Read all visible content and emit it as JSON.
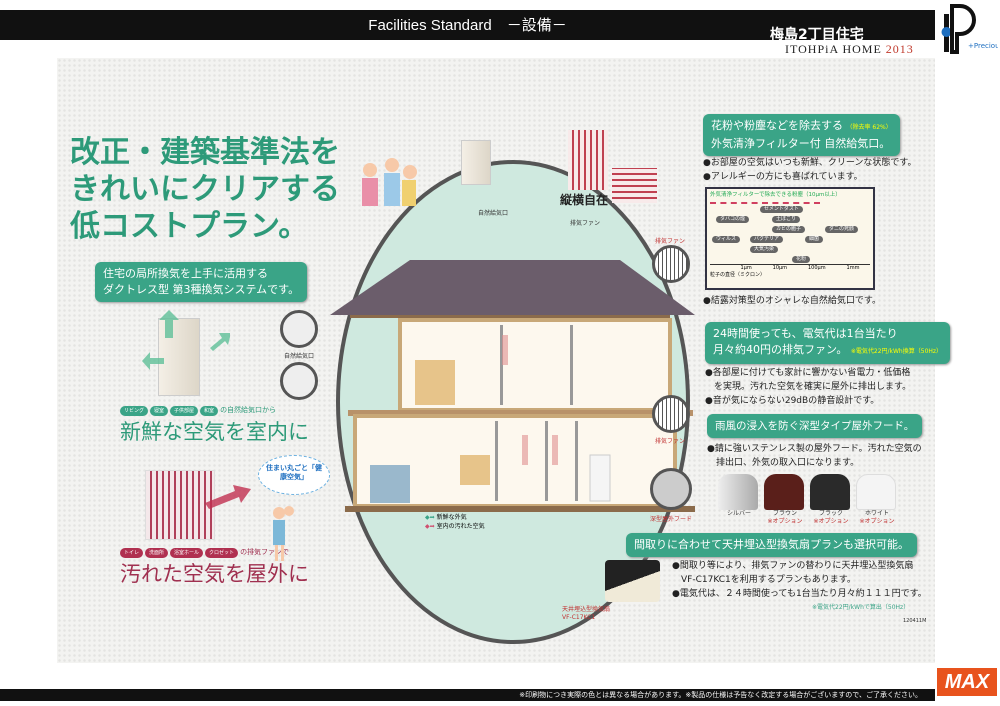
{
  "header": {
    "title": "Facilities Standard　－設備－",
    "project": "梅島2丁目住宅",
    "brand": "ITOHPiA HOME",
    "year": "2013",
    "logo_text": "iP +Precious"
  },
  "left": {
    "headline": [
      "改正・建築基準法を",
      "きれいにクリアする",
      "低コストプラン。"
    ],
    "system_box": [
      "住宅の局所換気を上手に活用する",
      "ダクトレス型 第3種換気システムです。"
    ],
    "intake_tags": [
      "リビング",
      "寝室",
      "子供部屋",
      "和室"
    ],
    "intake_suffix": "の自然給気口から",
    "intake_big": "新鮮な空気を室内に",
    "exhaust_tags": [
      "トイレ",
      "洗面所",
      "浴室ホール",
      "クロゼット"
    ],
    "exhaust_suffix": "の排気ファンで",
    "exhaust_big": "汚れた空気を屋外に",
    "bubble": "住まい丸ごと「健康空気」"
  },
  "center": {
    "label_inlet": "自然給気口",
    "label_inlet2": "自然給気口",
    "label_fan": "排気ファン",
    "label_fan2": "排気ファン",
    "label_fan3": "排気ファン",
    "label_hood": "深型屋外フード",
    "vertical_text": "縦横自在",
    "legend": [
      "新鮮な外気",
      "室内の汚れた空気"
    ],
    "ceiling_fan_label": [
      "天井埋込型換気扇",
      "VF-C17KC1"
    ]
  },
  "right": {
    "filter_box": [
      "花粉や粉塵などを除去する",
      "外気清浄フィルター付 自然給気口。"
    ],
    "filter_note": "（除去率 62%）",
    "filter_bullets": [
      "●お部屋の空気はいつも新鮮、クリーンな状態です。",
      "●アレルギーの方にも喜ばれています。"
    ],
    "chart": {
      "title": "外気清浄フィルターで除去できる粉塵（10μm以上）",
      "ticks": [
        "1μm",
        "10μm",
        "100μm",
        "1mm"
      ],
      "axis_label": "粒子の直径（ミクロン）",
      "items": [
        "タバコの煙",
        "ウィルス",
        "バクテリア",
        "花粉",
        "カビの胞子",
        "ダニの死骸",
        "細菌",
        "土ぼこり",
        "大気汚染",
        "セメントダスト"
      ]
    },
    "filter_bullet3": "●結露対策型のオシャレな自然給気口です。",
    "fan_box": [
      "24時間使っても、電気代は1台当たり",
      "月々約40円の排気ファン。"
    ],
    "fan_note": [
      "※電気代22円/kWh",
      "換算（50Hz）"
    ],
    "fan_bullets": [
      "●各部屋に付けても家計に響かない省電力・低価格",
      "　を実現。汚れた空気を確実に屋外に排出します。",
      "●音が気にならない29dBの静音設計です。"
    ],
    "hood_box": "雨風の浸入を防ぐ深型タイプ屋外フード。",
    "hood_bullets": [
      "●錆に強いステンレス製の屋外フード。汚れた空気の",
      "　排出口、外気の取入口になります。"
    ],
    "hoods": [
      {
        "name": "シルバー",
        "option": "",
        "color": "#c8c8c8"
      },
      {
        "name": "ブラウン",
        "option": "※オプション",
        "color": "#5a1f1a"
      },
      {
        "name": "ブラック",
        "option": "※オプション",
        "color": "#2a2a2a"
      },
      {
        "name": "ホワイト",
        "option": "※オプション",
        "color": "#f2f2f2"
      }
    ],
    "ceiling_box": "間取りに合わせて天井埋込型換気扇プランも選択可能。",
    "ceiling_bullets": [
      "●間取り等により、排気ファンの替わりに天井埋込型換気扇",
      "　VF-C17KC1を利用するプランもあります。",
      "●電気代は、２４時間使っても1台当たり月々約１１１円です。"
    ],
    "ceiling_note": "※電気代22円/kWhで算出（50Hz）",
    "code": "120411M"
  },
  "footer": {
    "note": "※印刷物につき実際の色とは異なる場合があります。※製品の仕様は予告なく改定する場合がございますので、ご了承ください。",
    "maker": "MAX"
  }
}
